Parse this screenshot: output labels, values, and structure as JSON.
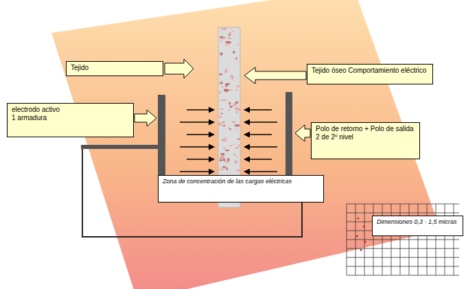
{
  "diagram": {
    "nodes": [
      {
        "text": [
          "Tejido"
        ]
      },
      {
        "text": [
          "Tejido óseo Comportamiento eléctrico"
        ]
      },
      {
        "text": [
          "electrodo activo",
          "1 armadura"
        ]
      },
      {
        "text": [
          "Polo de retorno + Polo de salida",
          "2 de 2º nivel"
        ]
      },
      {
        "text": [
          "Zona de concentración de las cargas eléctricas"
        ]
      },
      {
        "text": [
          "Dimensiones 0,3 - 1,5 micras"
        ]
      }
    ]
  }
}
